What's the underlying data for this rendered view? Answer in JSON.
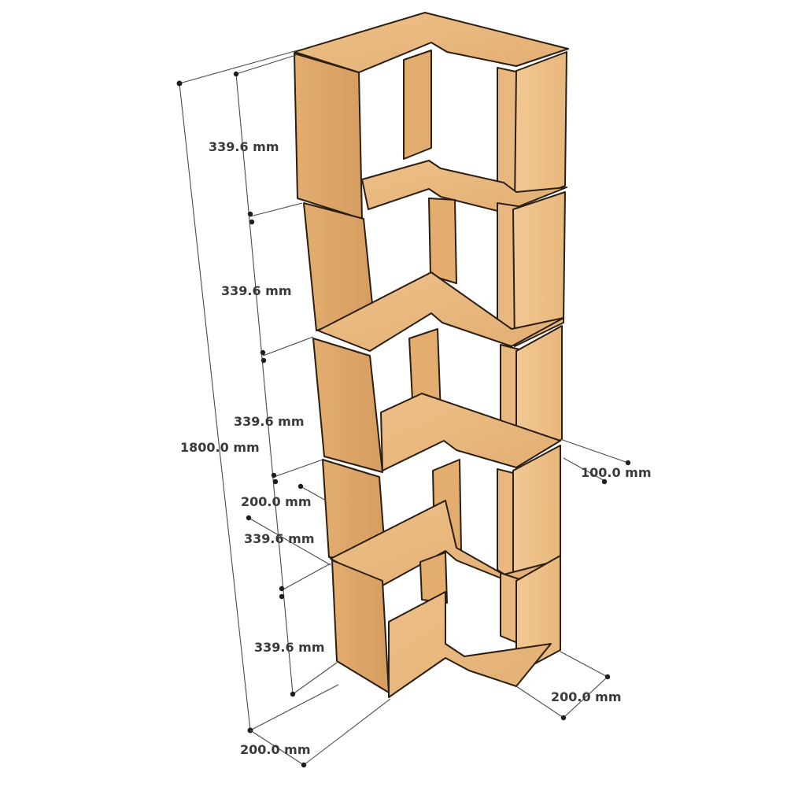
{
  "dimensions": {
    "total_height": "1800.0 mm",
    "section_1": "339.6 mm",
    "section_2": "339.6 mm",
    "section_3": "339.6 mm",
    "section_4": "339.6 mm",
    "section_5": "339.6 mm",
    "right_depth": "100.0 mm",
    "left_depth": "200.0 mm",
    "bottom_right_width": "200.0 mm",
    "bottom_left_width": "200.0 mm"
  },
  "colors": {
    "wood_top": "#e9b77e",
    "wood_front": "#f0c48c",
    "wood_side": "#d9a46a",
    "wood_back": "#e6b073",
    "edge": "#2b1e12"
  }
}
